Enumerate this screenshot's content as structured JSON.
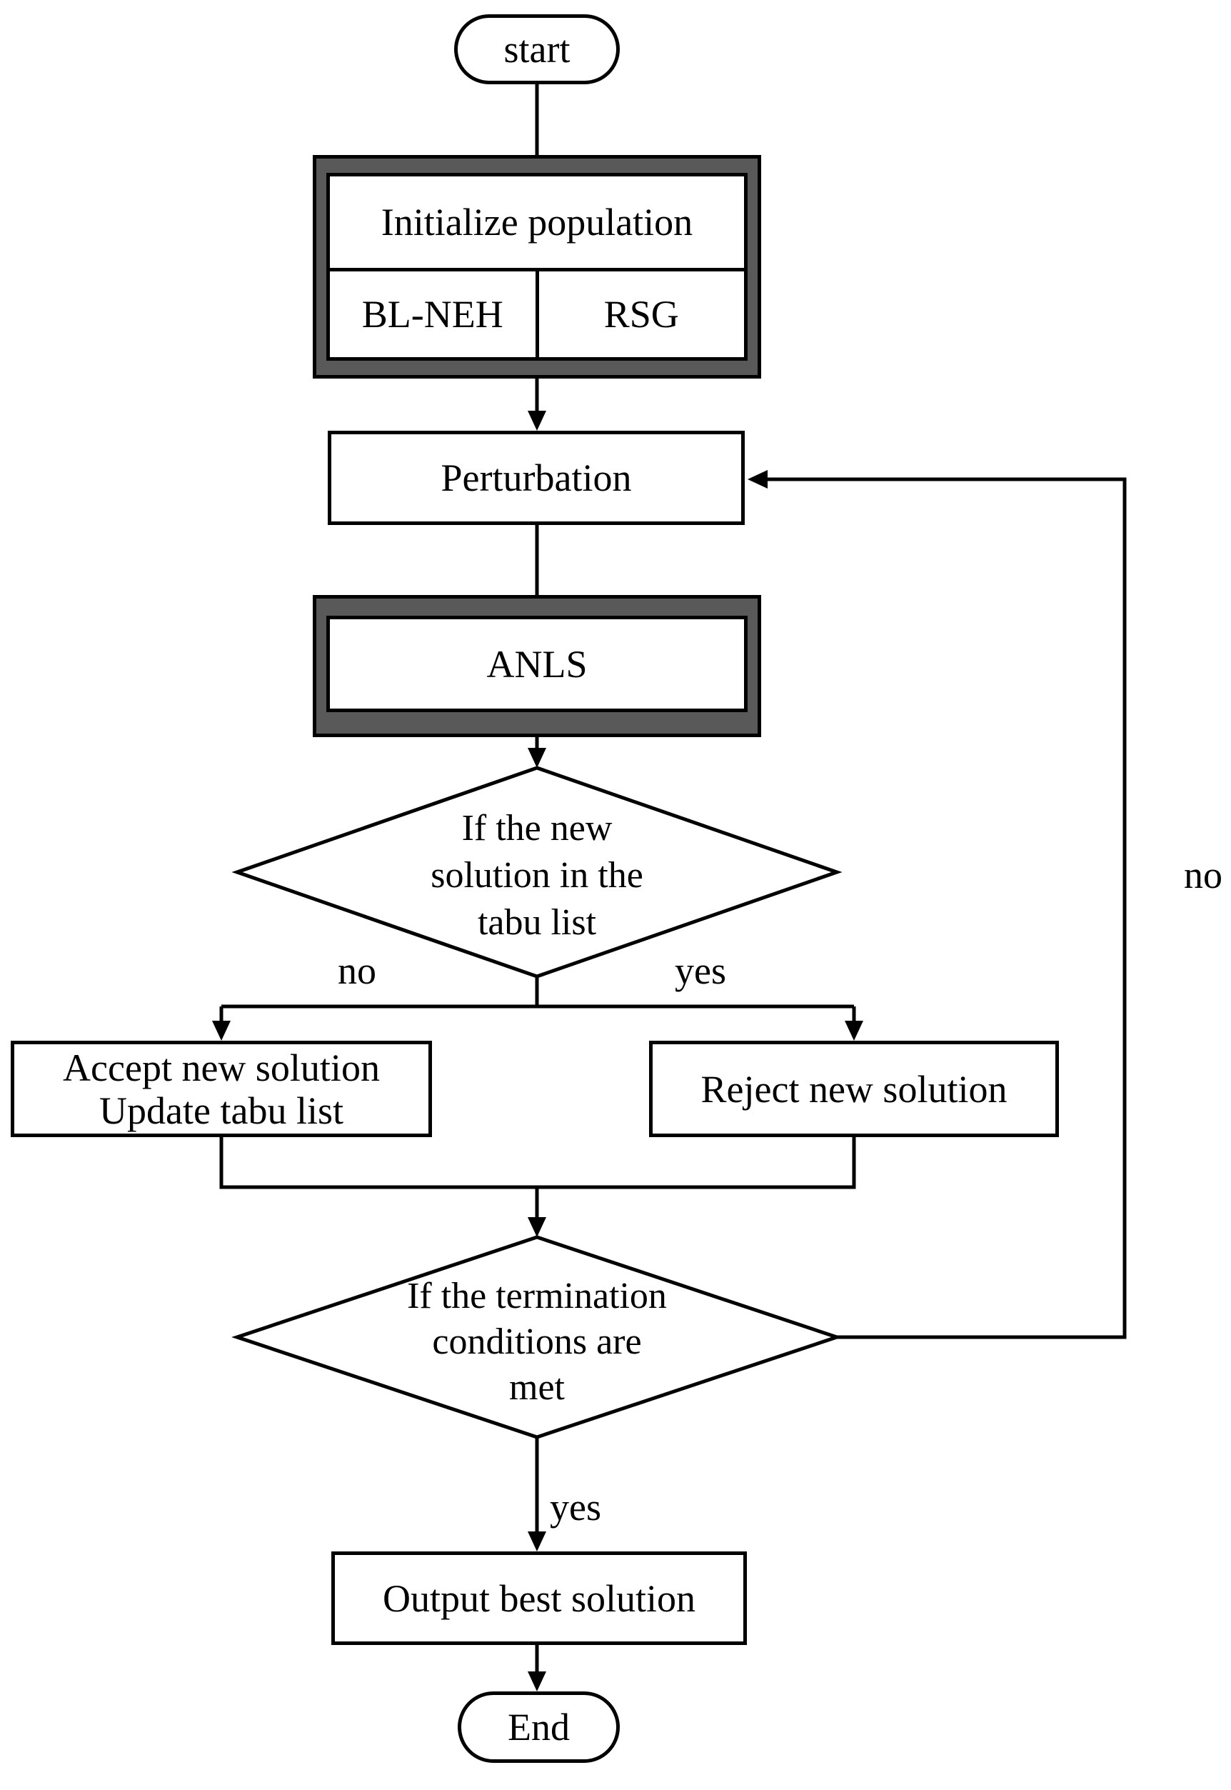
{
  "colors": {
    "line": "#000000",
    "frame_gray": "#595959",
    "node_fill": "#ffffff"
  },
  "flowchart": {
    "start": {
      "label": "start"
    },
    "initialize": {
      "title": "Initialize population",
      "left_cell": "BL-NEH",
      "right_cell": "RSG"
    },
    "perturbation": {
      "label": "Perturbation"
    },
    "anls": {
      "label": "ANLS"
    },
    "decision_tabu": {
      "line1": "If the new",
      "line2": "solution in the",
      "line3": "tabu list",
      "no_label": "no",
      "yes_label": "yes"
    },
    "accept": {
      "line1": "Accept new solution",
      "line2": "Update tabu list"
    },
    "reject": {
      "label": "Reject new solution"
    },
    "decision_termination": {
      "line1": "If the termination",
      "line2": "conditions are",
      "line3": "met",
      "yes_label": "yes",
      "no_label": "no"
    },
    "output": {
      "label": "Output best solution"
    },
    "end": {
      "label": "End"
    }
  }
}
